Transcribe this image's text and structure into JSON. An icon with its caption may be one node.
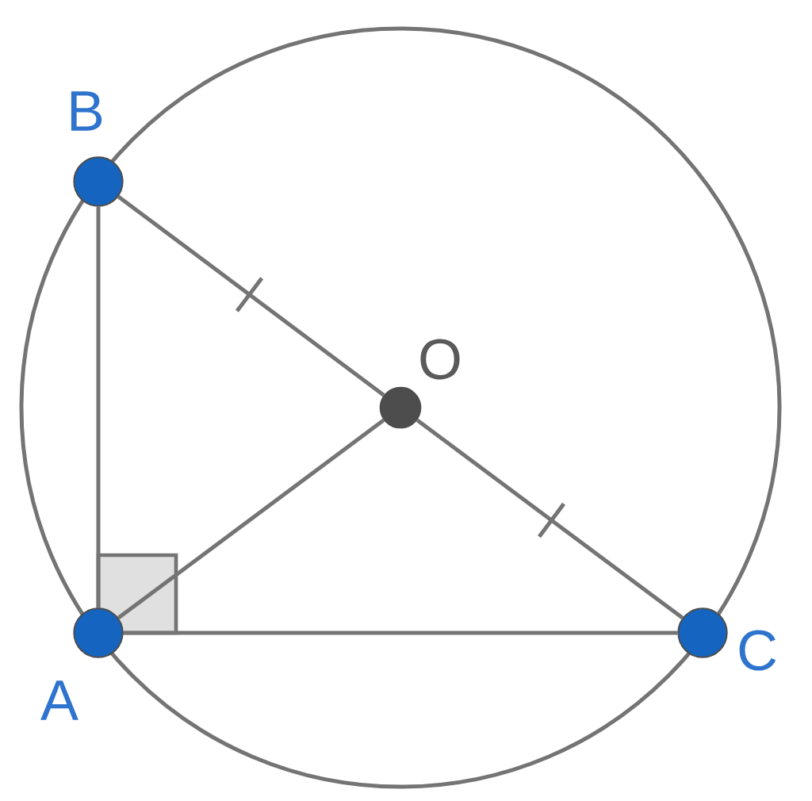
{
  "diagram": {
    "nodes": [
      {
        "text": [
          "B"
        ]
      },
      {
        "text": [
          "O"
        ]
      },
      {
        "text": [
          "A"
        ]
      },
      {
        "text": [
          "C"
        ]
      }
    ],
    "edges": [
      {
        "from": 2,
        "to": 0,
        "arrow": "none"
      },
      {
        "from": 0,
        "to": 1,
        "arrow": "none"
      },
      {
        "from": 1,
        "to": 3,
        "arrow": "none"
      },
      {
        "from": 2,
        "to": 3,
        "arrow": "none"
      },
      {
        "from": 2,
        "to": 1,
        "arrow": "none"
      }
    ]
  }
}
